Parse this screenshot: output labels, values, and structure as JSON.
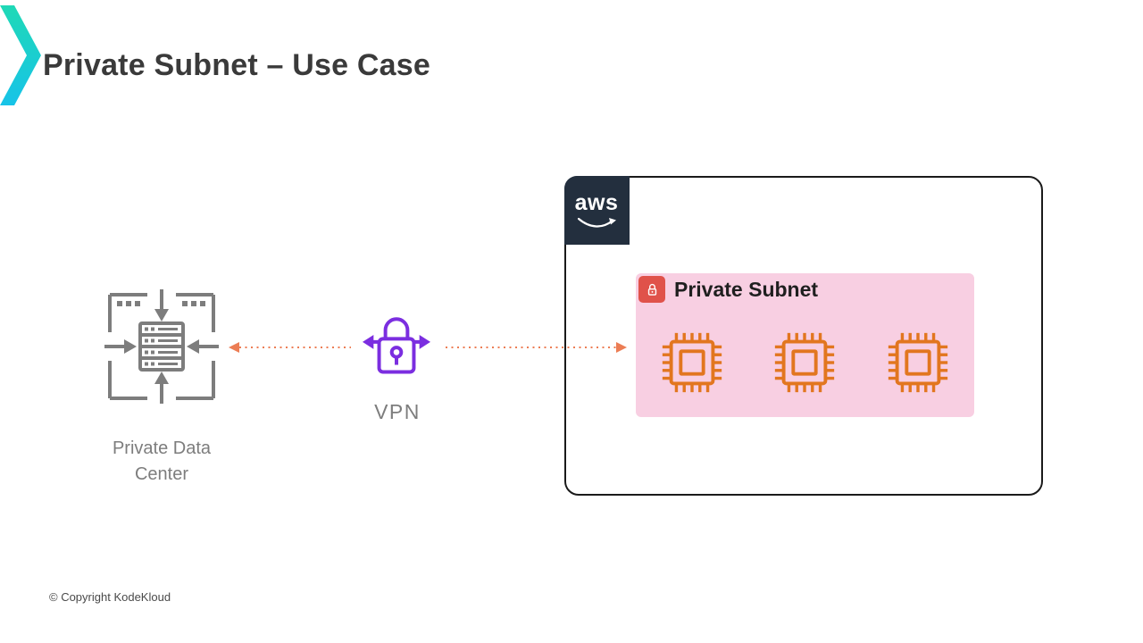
{
  "title": "Private Subnet – Use Case",
  "footer": {
    "copyright": "© Copyright KodeKloud"
  },
  "diagram": {
    "datacenter": {
      "label": "Private Data Center",
      "icon": "datacenter-server-icon"
    },
    "vpn": {
      "label": "VPN",
      "icon": "vpn-lock-arrows-icon"
    },
    "aws_box": {
      "logo_text": "aws",
      "logo_icon": "aws-smile-icon"
    },
    "private_subnet": {
      "title": "Private Subnet",
      "badge_icon": "lock-icon",
      "chip_icon": "chip-icon",
      "chip_count": 3
    },
    "connections": [
      {
        "from": "vpn",
        "to": "datacenter",
        "style": "dotted",
        "arrow_direction": "left"
      },
      {
        "from": "vpn",
        "to": "private-subnet",
        "style": "dotted",
        "arrow_direction": "right"
      }
    ]
  },
  "colors": {
    "accent_teal": "#20d0c4",
    "title_text": "#3a3a3a",
    "gray_icon": "#7d7d7d",
    "vpn_purple": "#7b2ee0",
    "connector_orange": "#ec7d54",
    "aws_navy": "#232f3e",
    "subnet_pink": "#f8cfe2",
    "badge_red": "#e0524a",
    "chip_orange": "#e2761f",
    "box_border": "#1a1a1a"
  }
}
